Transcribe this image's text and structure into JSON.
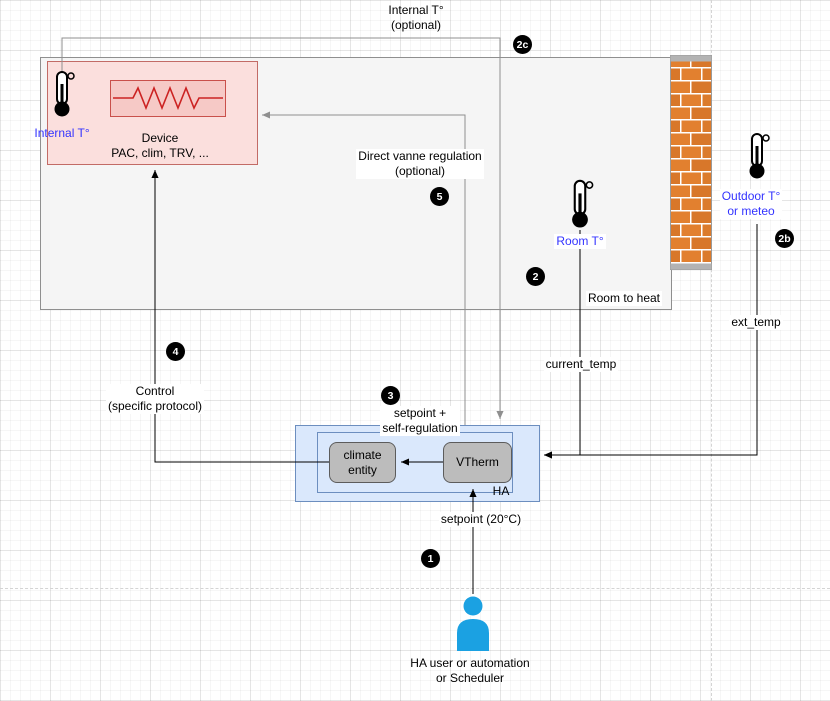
{
  "labels": {
    "top_internal": "Internal T°\n(optional)",
    "internal_t": "Internal T°",
    "device_name": "Device",
    "device_models": "PAC, clim, TRV, ...",
    "direct_vanne": "Direct vanne regulation\n(optional)",
    "room_t": "Room T°",
    "room_to_heat": "Room to heat",
    "outdoor_t": "Outdoor T°\nor meteo",
    "ext_temp": "ext_temp",
    "current_temp": "current_temp",
    "control": "Control\n(specific protocol)",
    "setpoint_selfreg": "setpoint +\nself-regulation",
    "climate_entity": "climate\nentity",
    "vtherm": "VTherm",
    "ha": "HA",
    "setpoint": "setpoint (20°C)",
    "user": "HA user or automation\nor Scheduler"
  },
  "badges": {
    "n1": "1",
    "n2": "2",
    "n2b": "2b",
    "n2c": "2c",
    "n3": "3",
    "n4": "4",
    "n5": "5"
  },
  "colors": {
    "blue_label_text": "#3333ff",
    "ha_box_fill": "#dae8fc",
    "ha_box_stroke": "#6c8ebf",
    "device_fill": "#fbdfdd",
    "device_stroke": "#c26b66",
    "room_fill": "#f5f5f5",
    "node_fill": "#bcbcbc",
    "badge_bg": "#000000",
    "badge_text": "#ffffff",
    "user_icon": "#1ba1e2",
    "brick": "#e2802f",
    "gray_edge": "#8f8f8f",
    "resistor": "#cc2222"
  }
}
